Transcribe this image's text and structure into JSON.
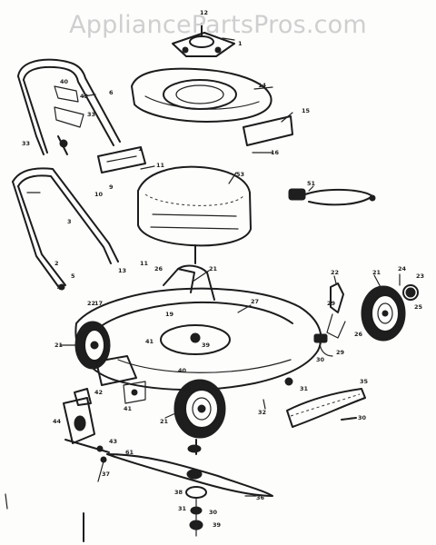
{
  "watermark": "AppliancePartsPros.com",
  "callouts": [
    "12",
    "1",
    "14",
    "15",
    "16",
    "40",
    "43",
    "6",
    "33",
    "3",
    "11",
    "1",
    "33",
    "10",
    "9",
    "53",
    "51",
    "2",
    "5",
    "7",
    "13",
    "11",
    "26",
    "27",
    "21",
    "22",
    "21",
    "22",
    "23",
    "24",
    "25",
    "29",
    "26",
    "17",
    "19",
    "21",
    "41",
    "39",
    "30",
    "31",
    "32",
    "21",
    "30",
    "40",
    "61",
    "38",
    "39",
    "42",
    "44",
    "43",
    "41",
    "37",
    "36",
    "35",
    "31",
    "30",
    "29"
  ]
}
